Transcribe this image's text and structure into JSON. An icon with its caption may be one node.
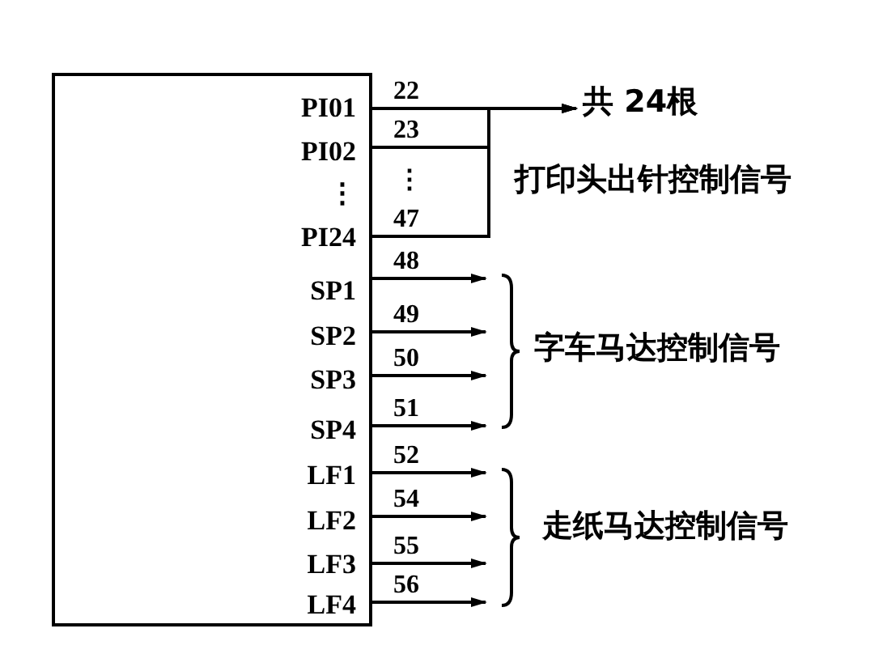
{
  "diagram": {
    "nodes": [
      {
        "text": [
          "PI01",
          "PI02",
          "⋮",
          "PI24",
          "SP1",
          "SP2",
          "SP3",
          "SP4",
          "LF1",
          "LF2",
          "LF3",
          "LF4"
        ]
      },
      {
        "text": [
          "共 24根"
        ]
      }
    ],
    "edges": [
      {
        "from": 0,
        "to": 1,
        "arrow": "to",
        "label": "22"
      },
      {
        "from": 0,
        "to": 1,
        "arrow": "to",
        "label": "23"
      },
      {
        "from": 0,
        "to": 1,
        "arrow": "to",
        "label": "47"
      },
      {
        "from": 0,
        "to": null,
        "arrow": "to",
        "label": "48"
      },
      {
        "from": 0,
        "to": null,
        "arrow": "to",
        "label": "49"
      },
      {
        "from": 0,
        "to": null,
        "arrow": "to",
        "label": "50"
      },
      {
        "from": 0,
        "to": null,
        "arrow": "to",
        "label": "51"
      },
      {
        "from": 0,
        "to": null,
        "arrow": "to",
        "label": "52"
      },
      {
        "from": 0,
        "to": null,
        "arrow": "to",
        "label": "54"
      },
      {
        "from": 0,
        "to": null,
        "arrow": "to",
        "label": "55"
      },
      {
        "from": 0,
        "to": null,
        "arrow": "to",
        "label": "56"
      }
    ],
    "labels": [
      "⋮",
      "打印头出针控制信号",
      "字车马达控制信号",
      "走纸马达控制信号"
    ]
  }
}
